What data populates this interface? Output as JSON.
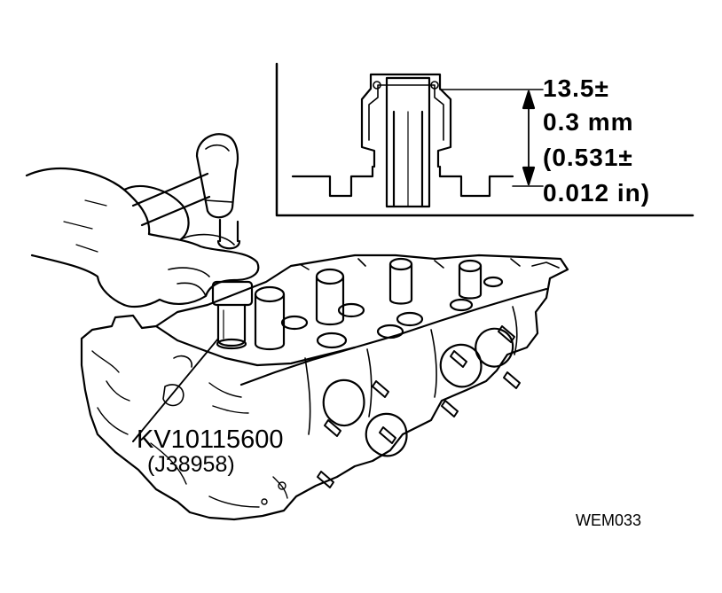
{
  "inset": {
    "dimension_lines": [
      "13.5±",
      "0.3  mm",
      "(0.531±",
      "0.012  in)"
    ]
  },
  "callout": {
    "tool_number": "KV10115600",
    "alt_tool_number": "(J38958)"
  },
  "figure_code": "WEM033",
  "colors": {
    "ink": "#000000",
    "paper": "#ffffff"
  }
}
